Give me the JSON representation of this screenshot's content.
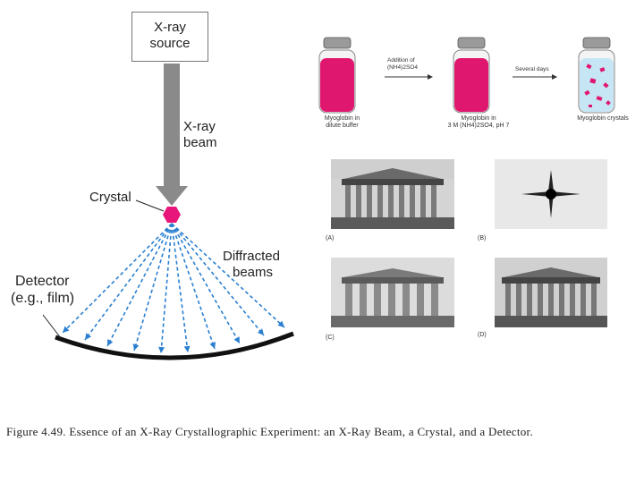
{
  "source_label_line1": "X-ray",
  "source_label_line2": "source",
  "beam_label_line1": "X-ray",
  "beam_label_line2": "beam",
  "crystal_label": "Crystal",
  "diffracted_label_line1": "Diffracted",
  "diffracted_label_line2": "beams",
  "detector_label_line1": "Detector",
  "detector_label_line2": "(e.g., film)",
  "jars": [
    {
      "label_line1": "Myoglobin in",
      "label_line2": "dilute buffer"
    },
    {
      "label_line1": "Myoglobin in",
      "label_line2": "3 M (NH4)2SO4, pH 7"
    },
    {
      "label_line1": "Myoglobin crystals",
      "label_line2": ""
    }
  ],
  "arrow1_label_line1": "Addition of",
  "arrow1_label_line2": "(NH4)2SO4",
  "arrow2_label": "Several days",
  "panels": [
    "(A)",
    "(B)",
    "(C)",
    "(D)"
  ],
  "caption": "Figure 4.49. Essence of an X-Ray Crystallographic Experiment: an X-Ray Beam, a Crystal, and a Detector.",
  "colors": {
    "beam": "#8a8a8a",
    "crystal": "#e8167a",
    "diffracted": "#2a7fd0",
    "detector": "#111111",
    "solution": "#e0176f",
    "crystal_jar": "#c6e6f5"
  }
}
